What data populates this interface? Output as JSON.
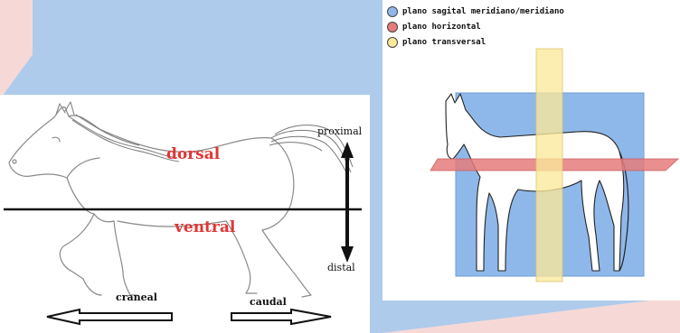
{
  "legend": {
    "items": [
      {
        "label": "plano sagital meridiano/meridiano",
        "color": "#8fb8ea"
      },
      {
        "label": "plano horizontal",
        "color": "#e57b7b"
      },
      {
        "label": "plano transversal",
        "color": "#fbe89a"
      }
    ]
  },
  "left_diagram": {
    "dorsal": "dorsal",
    "ventral": "ventral",
    "proximal": "proximal",
    "distal": "distal",
    "craneal": "craneal",
    "caudal": "caudal"
  },
  "colors": {
    "background": "#aecbec",
    "sagital": "#8fb8ea",
    "horizontal": "#e57b7b",
    "transversal": "#fbe89a",
    "label_red": "#e23535"
  }
}
